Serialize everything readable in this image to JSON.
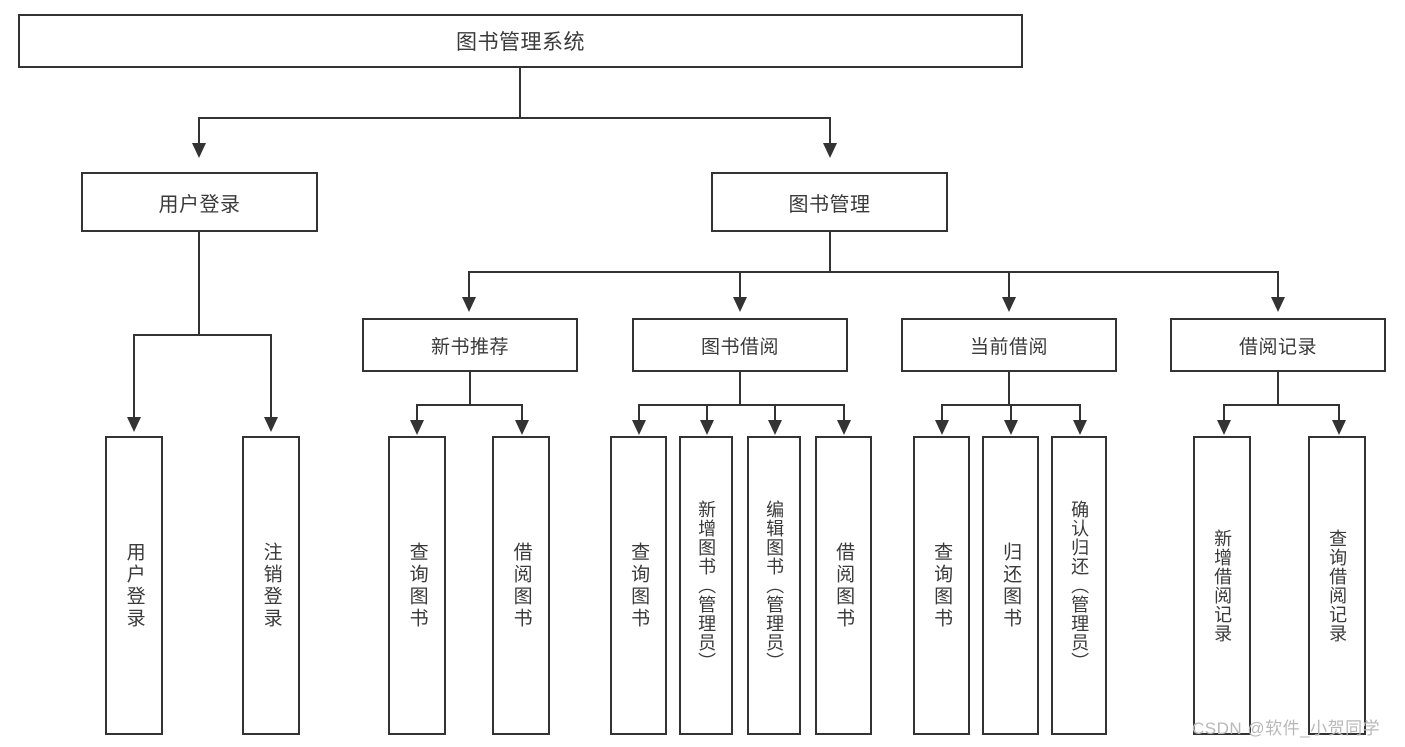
{
  "diagram": {
    "title": "图书管理系统",
    "type": "tree-hierarchy-chart",
    "root": {
      "label": "图书管理系统"
    },
    "level2": [
      {
        "label": "用户登录"
      },
      {
        "label": "图书管理"
      }
    ],
    "level3": [
      {
        "label": "新书推荐"
      },
      {
        "label": "图书借阅"
      },
      {
        "label": "当前借阅"
      },
      {
        "label": "借阅记录"
      }
    ],
    "leaves": {
      "user_login": [
        {
          "label": "用户登录"
        },
        {
          "label": "注销登录"
        }
      ],
      "new_book_recommend": [
        {
          "label": "查询图书"
        },
        {
          "label": "借阅图书"
        }
      ],
      "book_borrow": [
        {
          "label": "查询图书"
        },
        {
          "label": "新增图书（管理员）"
        },
        {
          "label": "编辑图书（管理员）"
        },
        {
          "label": "借阅图书"
        }
      ],
      "current_borrow": [
        {
          "label": "查询图书"
        },
        {
          "label": "归还图书"
        },
        {
          "label": "确认归还（管理员）"
        }
      ],
      "borrow_record": [
        {
          "label": "新增借阅记录"
        },
        {
          "label": "查询借阅记录"
        }
      ]
    }
  },
  "watermark": {
    "text": "CSDN @软件_小贺同学"
  },
  "colors": {
    "stroke": "#333333",
    "text": "#3a3a3a",
    "background": "#ffffff",
    "watermark": "#b8b8b8"
  }
}
